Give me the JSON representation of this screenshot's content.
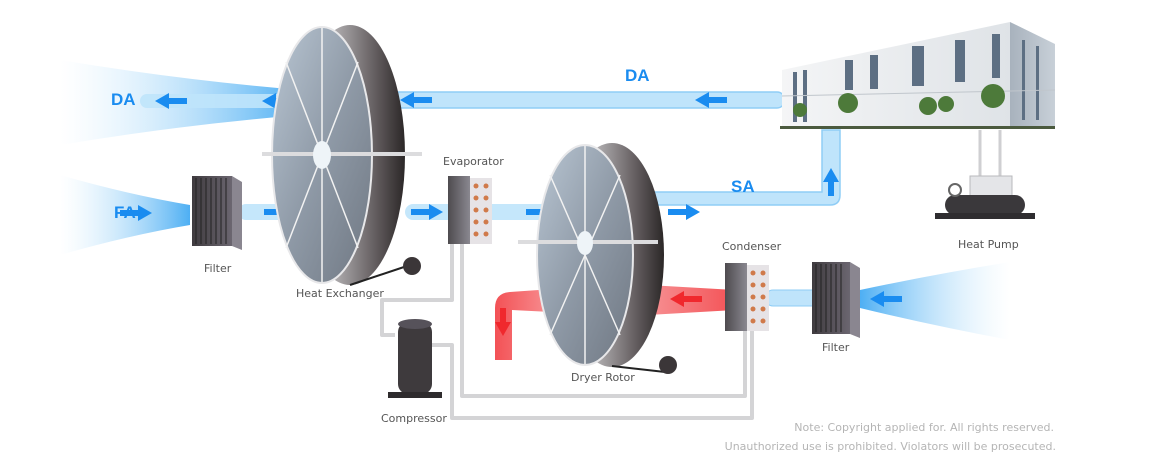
{
  "colors": {
    "air_blue": "#1a8cf0",
    "air_blue_light": "#bfe4fb",
    "hot_red": "#f0282d",
    "hot_red_light": "#ffc8c8",
    "metal_dark": "#4a4548",
    "metal_light": "#c9c9cd",
    "pipe": "#d4d4d6",
    "label_gray": "#555555",
    "note_gray": "#b5b5b5"
  },
  "flows": {
    "da_left": "DA",
    "da_top": "DA",
    "fa": "FA",
    "sa": "SA"
  },
  "components": {
    "filter_left": "Filter",
    "heat_exchanger": "Heat Exchanger",
    "evaporator": "Evaporator",
    "dryer_rotor": "Dryer Rotor",
    "condenser": "Condenser",
    "filter_right": "Filter",
    "compressor": "Compressor",
    "heat_pump": "Heat Pump"
  },
  "note": {
    "line1": "Note: Copyright applied for. All rights reserved.",
    "line2": "Unauthorized use is prohibited. Violators will be prosecuted."
  }
}
